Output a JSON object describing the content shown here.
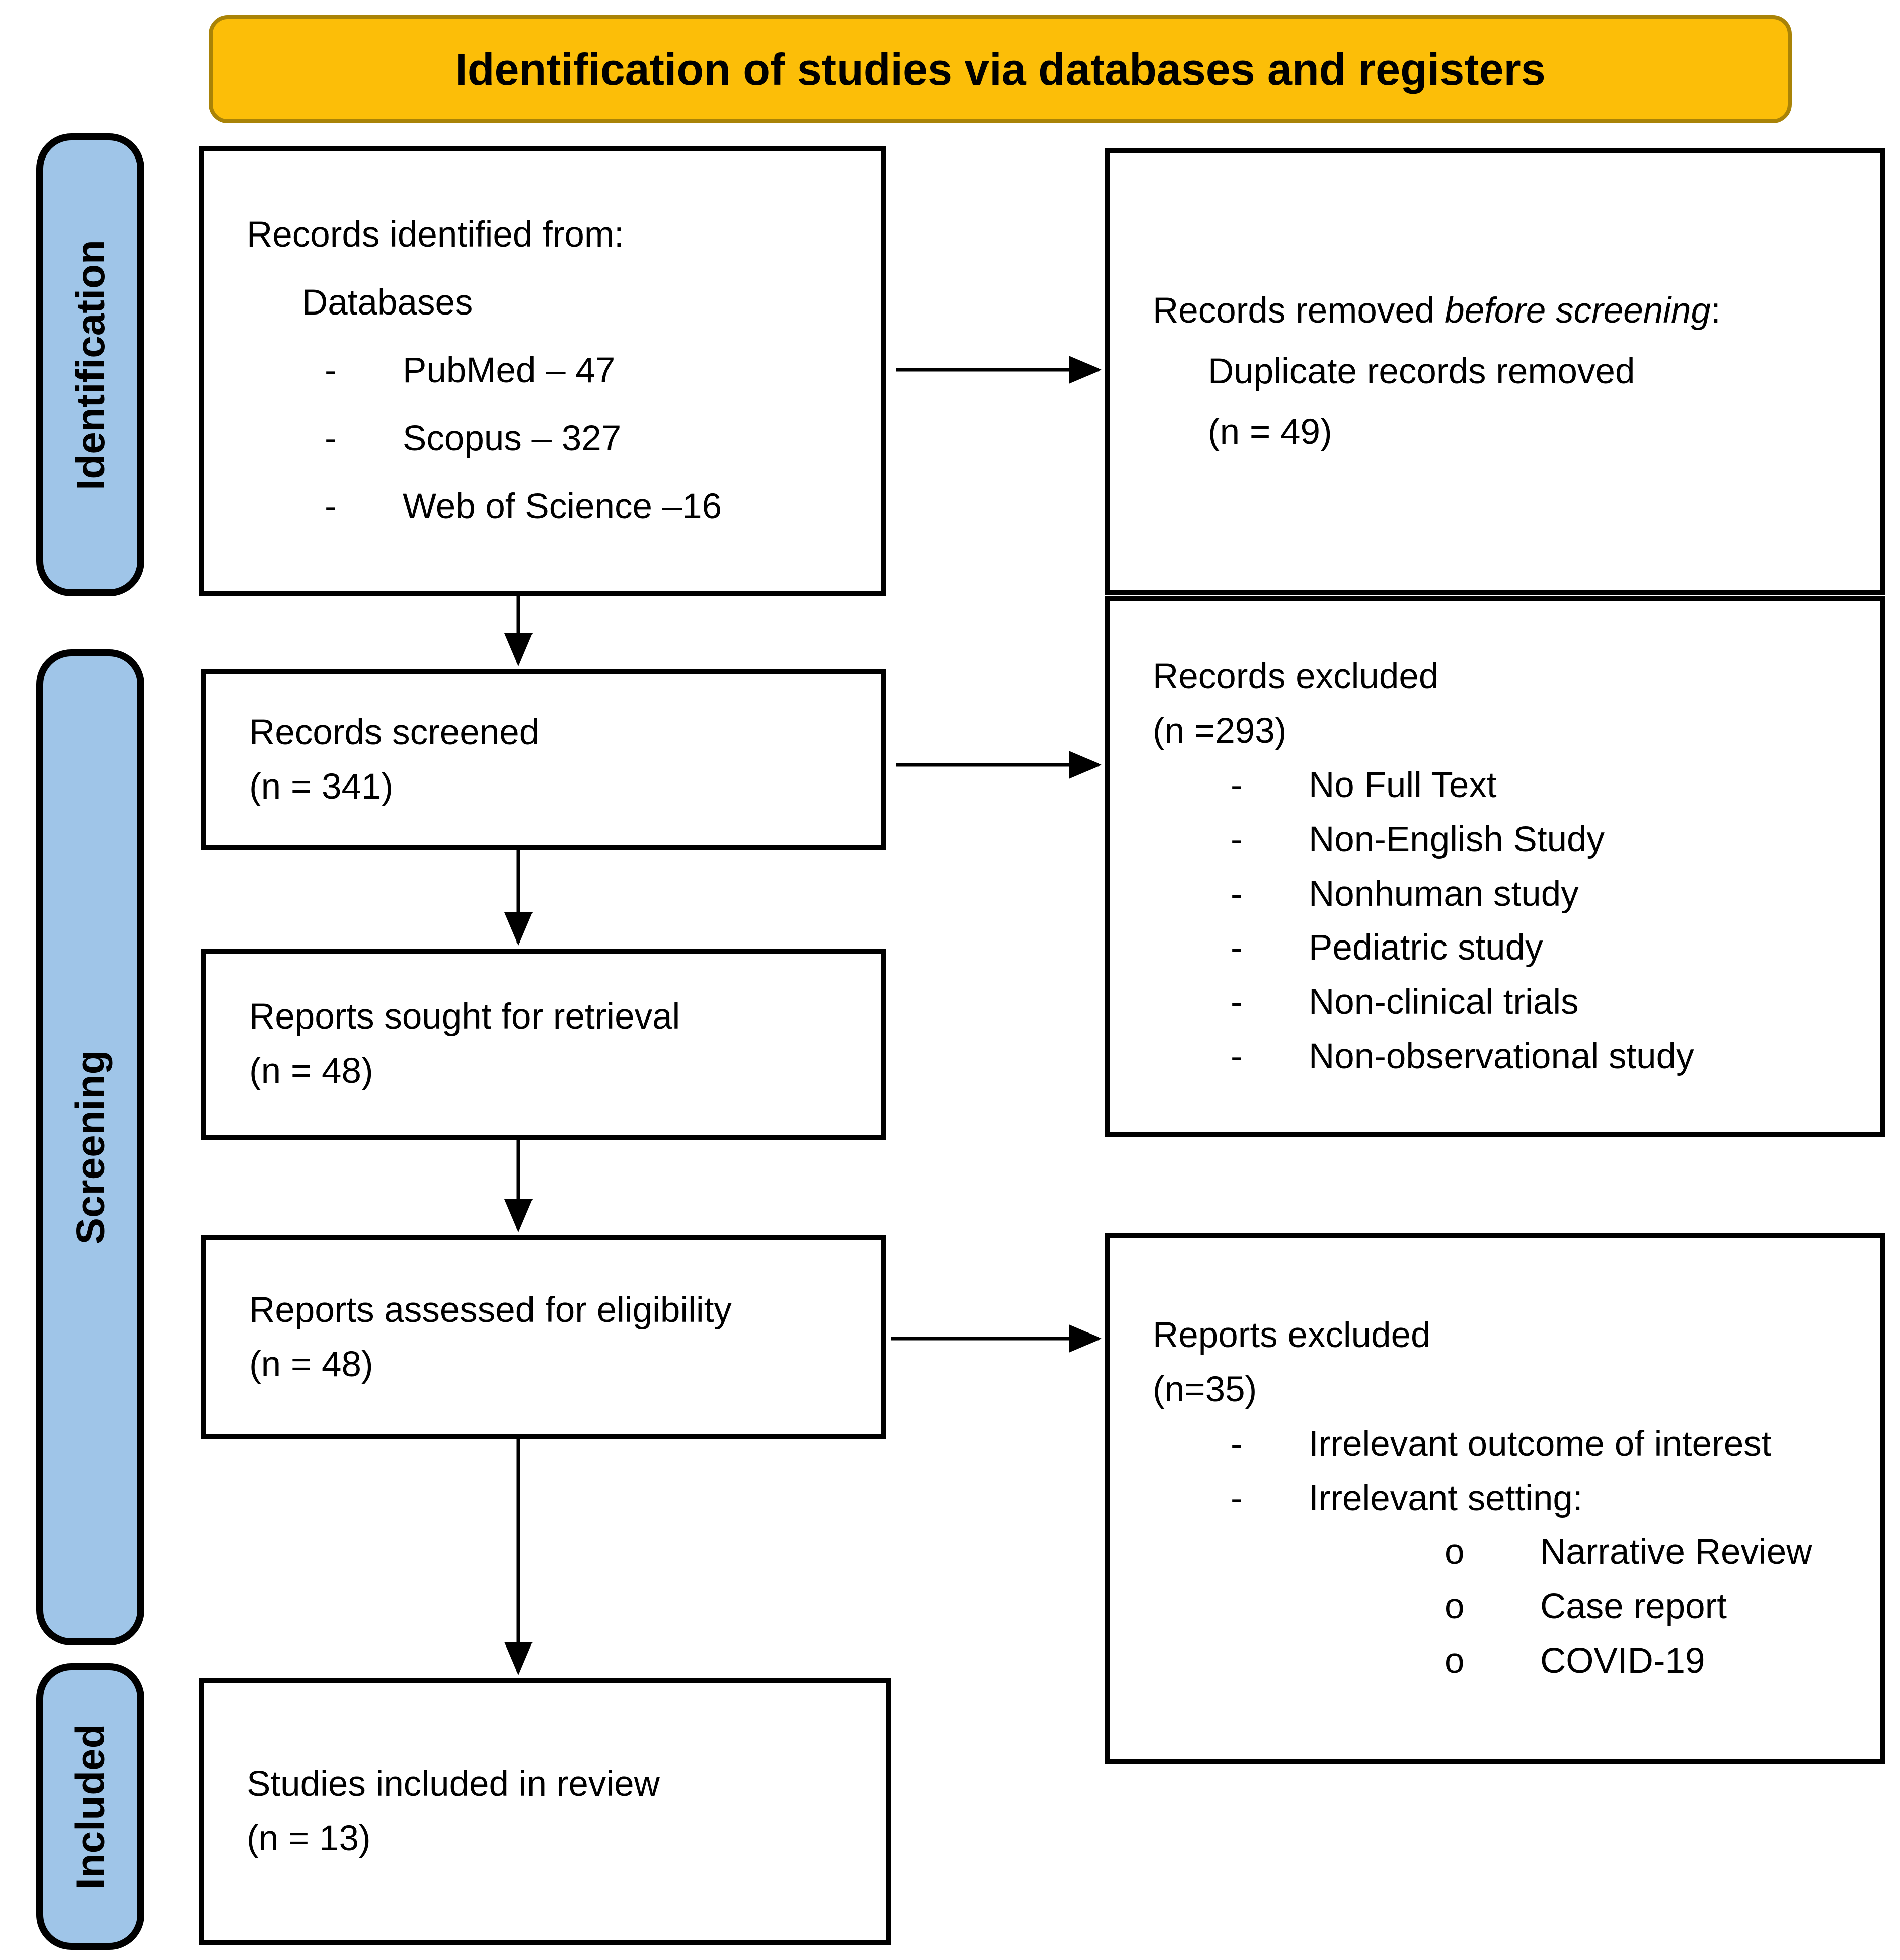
{
  "banner": {
    "title": "Identification of studies via databases and registers"
  },
  "sidebar": {
    "stages": [
      {
        "label": "Identification"
      },
      {
        "label": "Screening"
      },
      {
        "label": "Included"
      }
    ]
  },
  "bullets": {
    "dash": "-",
    "circle": "o"
  },
  "colors": {
    "banner_fill": "#FCBE08",
    "banner_border": "#A98307",
    "stage_fill": "#9FC5E8",
    "box_border": "#000000",
    "background": "#FFFFFF"
  },
  "boxes": {
    "records_identified": {
      "line1": "Records identified from:",
      "line2": "Databases",
      "items": [
        "PubMed – 47",
        "Scopus – 327",
        "Web of Science –16"
      ]
    },
    "records_removed": {
      "line1_prefix": "Records removed ",
      "line1_italic": "before screening",
      "line1_suffix": ":",
      "line2": "Duplicate records removed",
      "line3": "(n = 49)"
    },
    "records_screened": {
      "line1": "Records screened",
      "line2": "(n = 341)"
    },
    "records_excluded": {
      "line1": "Records excluded",
      "line2": "(n =293)",
      "items": [
        "No Full Text",
        "Non-English Study",
        "Nonhuman study",
        "Pediatric study",
        "Non-clinical trials",
        "Non-observational study"
      ]
    },
    "reports_sought": {
      "line1": "Reports sought for retrieval",
      "line2": "(n = 48)"
    },
    "reports_assessed": {
      "line1": "Reports assessed for eligibility",
      "line2": "(n = 48)"
    },
    "reports_excluded": {
      "line1": "Reports excluded",
      "line2": "(n=35)",
      "dash_items": [
        "Irrelevant outcome of interest",
        "Irrelevant setting:"
      ],
      "circle_items": [
        "Narrative Review",
        "Case report",
        "COVID-19"
      ]
    },
    "studies_included": {
      "line1": "Studies included in review",
      "line2": "(n = 13)"
    }
  }
}
